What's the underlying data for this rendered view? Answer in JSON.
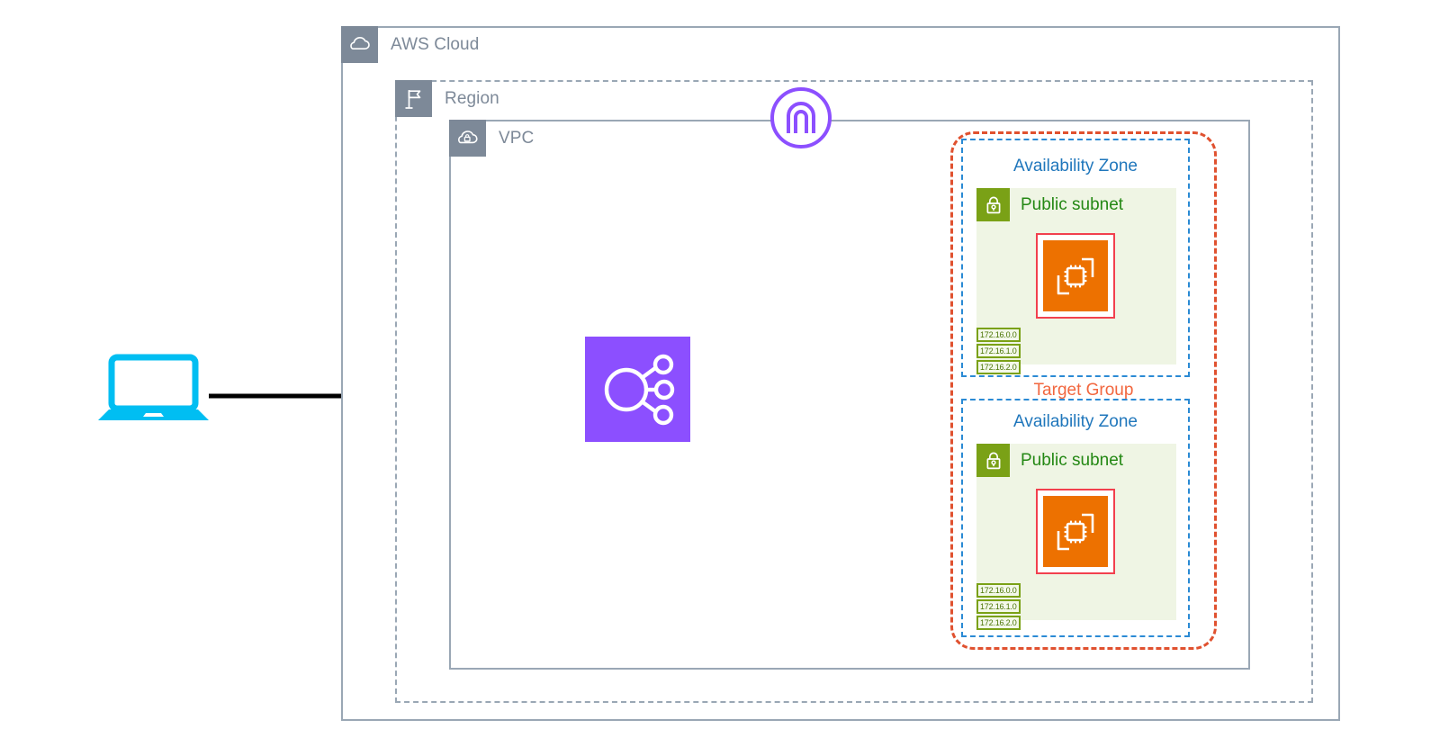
{
  "diagram": {
    "title": "AWS Cloud",
    "accent_colors": {
      "group_gray": "#7d8998",
      "vpc_border": "#9aa7b5",
      "target_group_orange": "#e0512f",
      "target_group_text": "#f2673f",
      "availability_zone_blue": "#2077bc",
      "availability_zone_border": "#2a8ad4",
      "subnet_green": "#248814",
      "subnet_icon_green": "#7aa116",
      "subnet_fill": "#eff5e4",
      "ec2_orange": "#ed7100",
      "ec2_box_red": "#f2404e",
      "load_balancer_purple": "#8c4fff",
      "internet_gateway_purple": "#8c4fff",
      "client_cyan": "#00bef2",
      "arrow_black": "#000000"
    }
  },
  "containers": {
    "aws_cloud": {
      "label": "AWS Cloud",
      "icon": "cloud-icon",
      "border": "solid"
    },
    "region": {
      "label": "Region",
      "icon": "region-flag-icon",
      "border": "dashed"
    },
    "vpc": {
      "label": "VPC",
      "icon": "vpc-cloud-lock-icon",
      "border": "solid"
    },
    "target_group": {
      "label": "Target Group",
      "border": "dashed-rounded"
    }
  },
  "availability_zones": [
    {
      "label": "Availability Zone",
      "subnet": {
        "label": "Public subnet",
        "icon": "lock-icon",
        "cidrs": [
          "172.16.0.0",
          "172.16.1.0",
          "172.16.2.0"
        ],
        "resource": {
          "name": "ec2-instances-icon",
          "icon": "ec2-instances-icon"
        }
      }
    },
    {
      "label": "Availability Zone",
      "subnet": {
        "label": "Public subnet",
        "icon": "lock-icon",
        "cidrs": [
          "172.16.0.0",
          "172.16.1.0",
          "172.16.2.0"
        ],
        "resource": {
          "name": "ec2-instances-icon",
          "icon": "ec2-instances-icon"
        }
      }
    }
  ],
  "nodes": {
    "client": {
      "icon": "laptop-icon"
    },
    "load_balancer": {
      "icon": "elastic-load-balancing-icon"
    },
    "internet_gateway": {
      "icon": "internet-gateway-icon"
    }
  },
  "connections": [
    {
      "from": "client",
      "to": "load_balancer",
      "style": "solid-arrow"
    },
    {
      "from": "load_balancer",
      "to": "ec2-instance-az-1",
      "style": "solid-arrow"
    },
    {
      "from": "load_balancer",
      "to": "ec2-instance-az-2",
      "style": "solid-arrow"
    }
  ]
}
